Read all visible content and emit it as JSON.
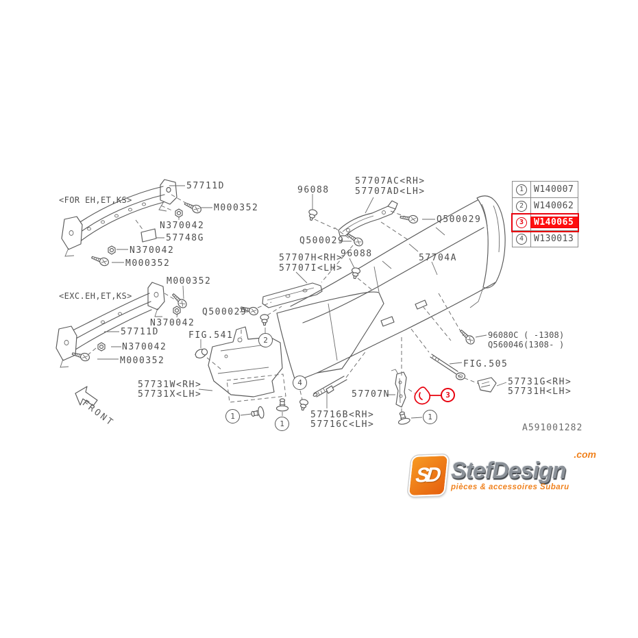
{
  "colors": {
    "line": "#585858",
    "label_text": "#4d4d4d",
    "highlight_red": "#e8000d",
    "logo_orange": "#f0821e"
  },
  "legend": {
    "rows": [
      {
        "num": "1",
        "code": "W140007",
        "highlight": false
      },
      {
        "num": "2",
        "code": "W140062",
        "highlight": false
      },
      {
        "num": "3",
        "code": "W140065",
        "highlight": true
      },
      {
        "num": "4",
        "code": "W130013",
        "highlight": false
      }
    ]
  },
  "labels": [
    {
      "text": "57711D"
    },
    {
      "text": "<FOR EH,ET,KS>"
    },
    {
      "text": "M000352"
    },
    {
      "text": "N370042"
    },
    {
      "text": "57748G"
    },
    {
      "text": "N370042"
    },
    {
      "text": "M000352"
    },
    {
      "text": "96088"
    },
    {
      "text": "57707AC<RH>"
    },
    {
      "text": "57707AD<LH>"
    },
    {
      "text": "Q500029"
    },
    {
      "text": "Q500029"
    },
    {
      "text": "57707H<RH>"
    },
    {
      "text": "57707I<LH>"
    },
    {
      "text": "96088"
    },
    {
      "text": "57704A"
    },
    {
      "text": "M000352"
    },
    {
      "text": "<EXC.EH,ET,KS>"
    },
    {
      "text": "N370042"
    },
    {
      "text": "57711D"
    },
    {
      "text": "N370042"
    },
    {
      "text": "M000352"
    },
    {
      "text": "Q500029"
    },
    {
      "text": "FIG.541"
    },
    {
      "text": "96080C (  -1308)"
    },
    {
      "text": "Q560046(1308-  )"
    },
    {
      "text": "FIG.505"
    },
    {
      "text": "57731G<RH>"
    },
    {
      "text": "57731H<LH>"
    },
    {
      "text": "57731W<RH>"
    },
    {
      "text": "57731X<LH>"
    },
    {
      "text": "57707N"
    },
    {
      "text": "57716B<RH>"
    },
    {
      "text": "57716C<LH>"
    }
  ],
  "callouts": [
    {
      "num": "2",
      "highlighted": false
    },
    {
      "num": "4",
      "highlighted": false
    },
    {
      "num": "1",
      "highlighted": false
    },
    {
      "num": "1",
      "highlighted": false
    },
    {
      "num": "1",
      "highlighted": false
    },
    {
      "num": "3",
      "highlighted": true
    }
  ],
  "front_label": "FRONT",
  "doc": {
    "drawing_code": "A591001282"
  },
  "logo": {
    "monogram": "SD",
    "brand": "StefDesign",
    "tld": ".com",
    "tagline": "pièces & accessoires Subaru"
  }
}
